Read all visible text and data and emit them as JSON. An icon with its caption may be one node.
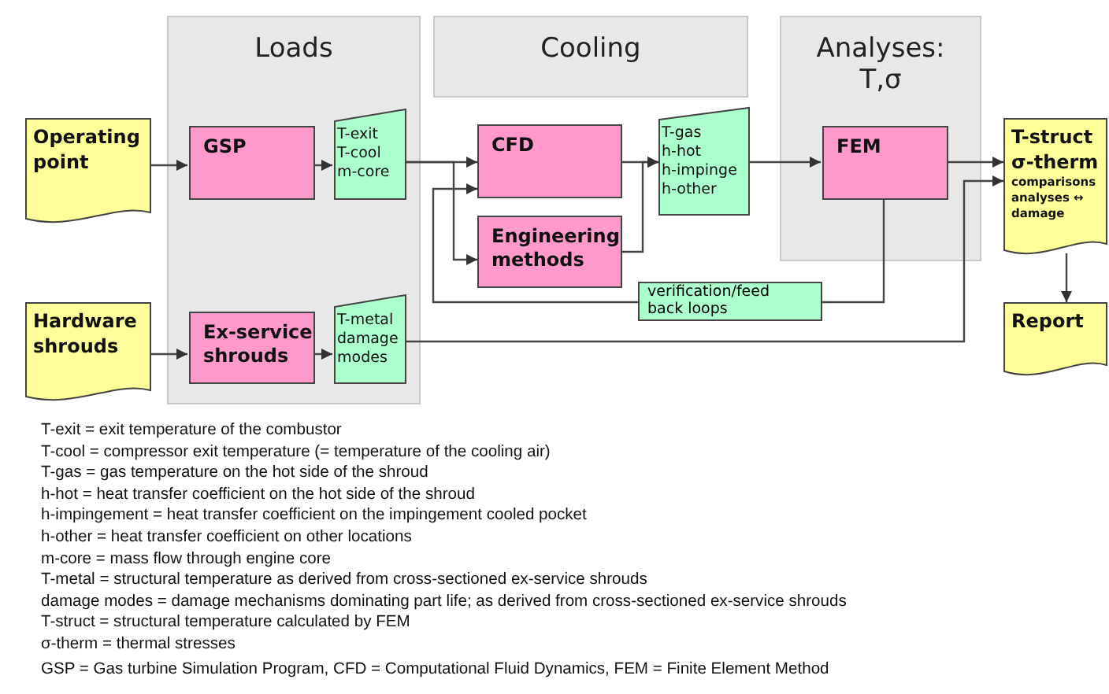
{
  "diagram": {
    "nodes": [
      {
        "text": [
          "Loads"
        ]
      },
      {
        "text": [
          "Cooling"
        ]
      },
      {
        "text": [
          "Analyses: T,σ"
        ]
      },
      {
        "text": [
          "Operating point"
        ]
      },
      {
        "text": [
          "GSP"
        ],
        "in": 0
      },
      {
        "text": [
          "T-exit T-cool m-core"
        ],
        "in": 0
      },
      {
        "text": [
          "Hardware shrouds"
        ]
      },
      {
        "text": [
          "Ex-service shrouds"
        ],
        "in": 0
      },
      {
        "text": [
          "T-metal damage modes"
        ],
        "in": 0
      },
      {
        "text": [
          "CFD"
        ]
      },
      {
        "text": [
          "Engineering methods"
        ]
      },
      {
        "text": [
          "T-gas h-hot h-impinge h-other"
        ]
      },
      {
        "text": [
          "FEM"
        ],
        "in": 2
      },
      {
        "text": [
          "verification/feed back loops"
        ]
      },
      {
        "text": [
          "T-struct σ-therm",
          "comparisons analyses ↔ damage"
        ]
      },
      {
        "text": [
          "Report"
        ]
      }
    ],
    "edges": [
      {
        "from": 3,
        "to": 4,
        "arrow": "to"
      },
      {
        "from": 4,
        "to": 5,
        "arrow": "to"
      },
      {
        "from": 5,
        "to": 9,
        "arrow": "to"
      },
      {
        "from": 5,
        "to": 10,
        "arrow": "to"
      },
      {
        "from": 9,
        "to": 11,
        "arrow": "to"
      },
      {
        "from": 10,
        "to": 11,
        "arrow": "to"
      },
      {
        "from": 11,
        "to": 12,
        "arrow": "to"
      },
      {
        "from": 12,
        "to": 14,
        "arrow": "to"
      },
      {
        "from": 8,
        "to": 14,
        "arrow": "to"
      },
      {
        "from": 12,
        "to": 13,
        "arrow": "none"
      },
      {
        "from": 13,
        "to": 9,
        "arrow": "to"
      },
      {
        "from": 14,
        "to": 15,
        "arrow": "to"
      },
      {
        "from": 6,
        "to": 7,
        "arrow": "to"
      },
      {
        "from": 7,
        "to": 8,
        "arrow": "to"
      }
    ],
    "labels": [
      "T-exit = exit temperature of the combustor",
      "T-cool = compressor exit temperature (= temperature of the cooling air)",
      "T-gas = gas temperature on the hot side of the shroud",
      "h-hot = heat transfer coefficient on the hot side of the shroud",
      "h-impingement = heat transfer coefficient on the impingement cooled pocket",
      "h-other = heat transfer coefficient on other locations",
      "m-core = mass flow through engine core",
      "T-metal = structural temperature as derived from cross-sectioned ex-service shrouds",
      "damage modes = damage mechanisms dominating part life; as derived from cross-sectioned ex-service shrouds",
      "T-struct = structural temperature calculated by FEM",
      "σ-therm = thermal stresses",
      "GSP = Gas turbine Simulation Program, CFD = Computational Fluid Dynamics, FEM = Finite Element Method"
    ]
  }
}
